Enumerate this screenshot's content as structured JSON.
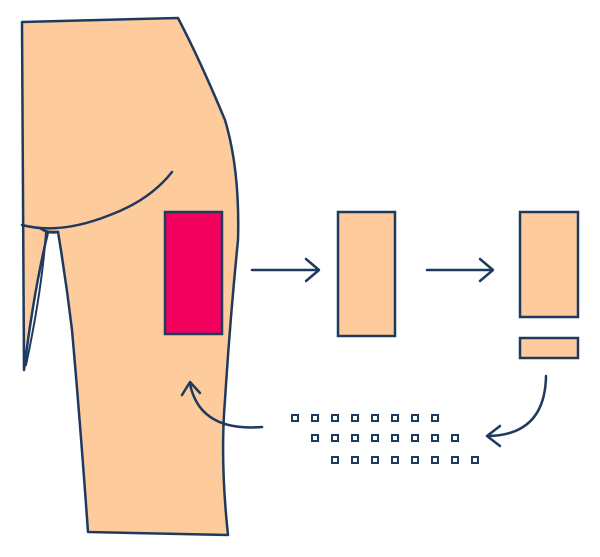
{
  "diagram": {
    "colors": {
      "skin": "#FDCB9C",
      "outline": "#1F3A5F",
      "graft": "#F2005E",
      "background": "#FFFFFF"
    },
    "steps": [
      {
        "name": "donor-site",
        "icon": "leg-thigh-icon"
      },
      {
        "name": "harvested-graft",
        "icon": "skin-rectangle-icon"
      },
      {
        "name": "graft-sections",
        "icon": "split-skin-icon"
      },
      {
        "name": "cell-particles",
        "icon": "dot-grid-icon"
      }
    ],
    "particle_rows": [
      8,
      8,
      8
    ]
  }
}
